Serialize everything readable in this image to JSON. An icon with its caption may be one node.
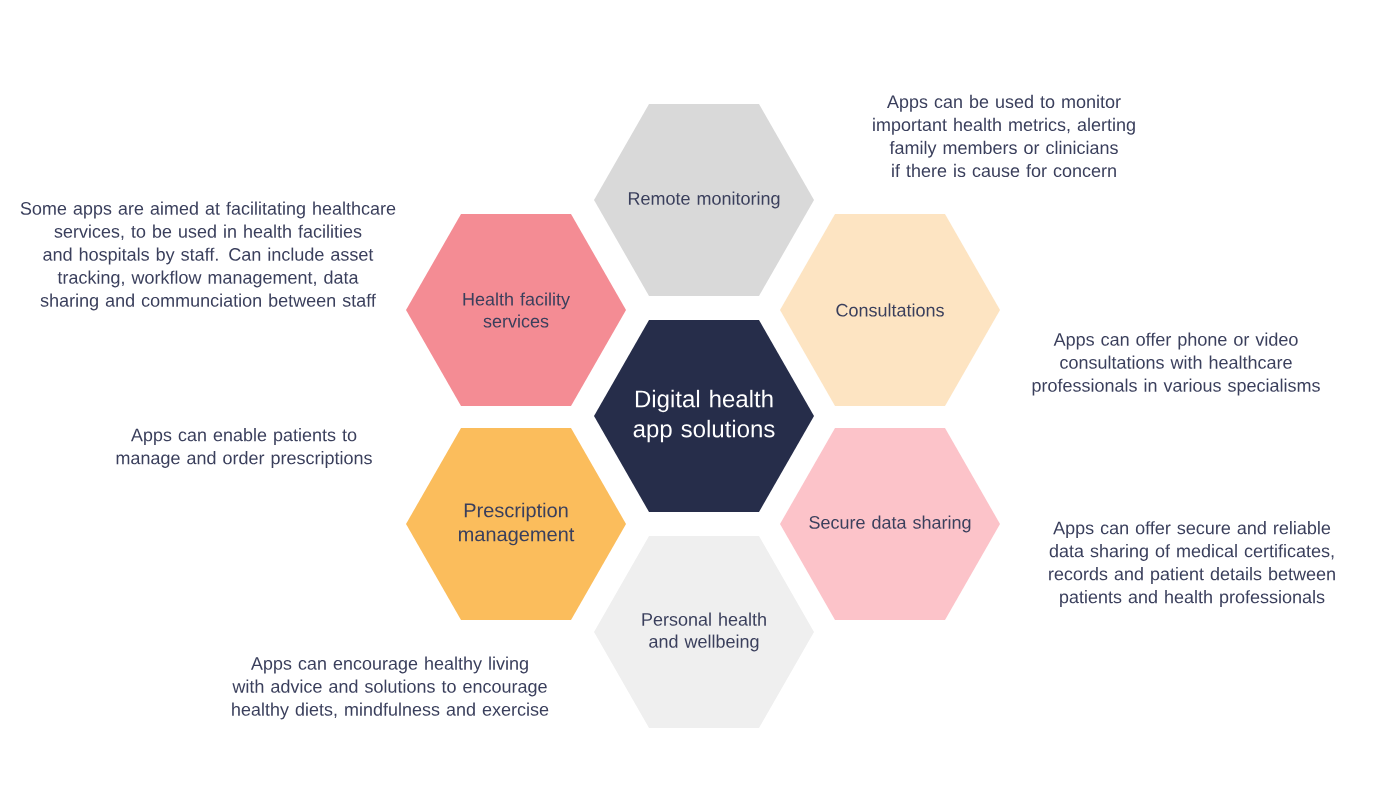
{
  "diagram": {
    "nodes": [
      {
        "text": [
          "Remote monitoring"
        ],
        "beside": [
          "Apps can be used to monitor important health metrics, alerting family members or clinicians if there is cause for concern"
        ]
      },
      {
        "text": [
          "Health facility services"
        ],
        "beside": [
          "Some apps are aimed at facilitating healthcare services, to be used in health facilities and hospitals by staff. Can include asset tracking, workflow management, data sharing and communciation between staff"
        ]
      },
      {
        "text": [
          "Consultations"
        ],
        "beside": [
          "Apps can offer phone or video consultations with healthcare professionals in various specialisms"
        ]
      },
      {
        "text": [
          "Digital health app solutions"
        ]
      },
      {
        "text": [
          "Prescription management"
        ],
        "beside": [
          "Apps can enable patients to manage and order prescriptions"
        ]
      },
      {
        "text": [
          "Secure data sharing"
        ],
        "beside": [
          "Apps can offer secure and reliable data sharing of medical certificates, records and patient details between patients and health professionals"
        ]
      },
      {
        "text": [
          "Personal health and wellbeing"
        ],
        "beside": [
          "Apps can encourage healthy living with advice and solutions to encourage healthy diets, mindfulness and exercise"
        ]
      }
    ]
  }
}
